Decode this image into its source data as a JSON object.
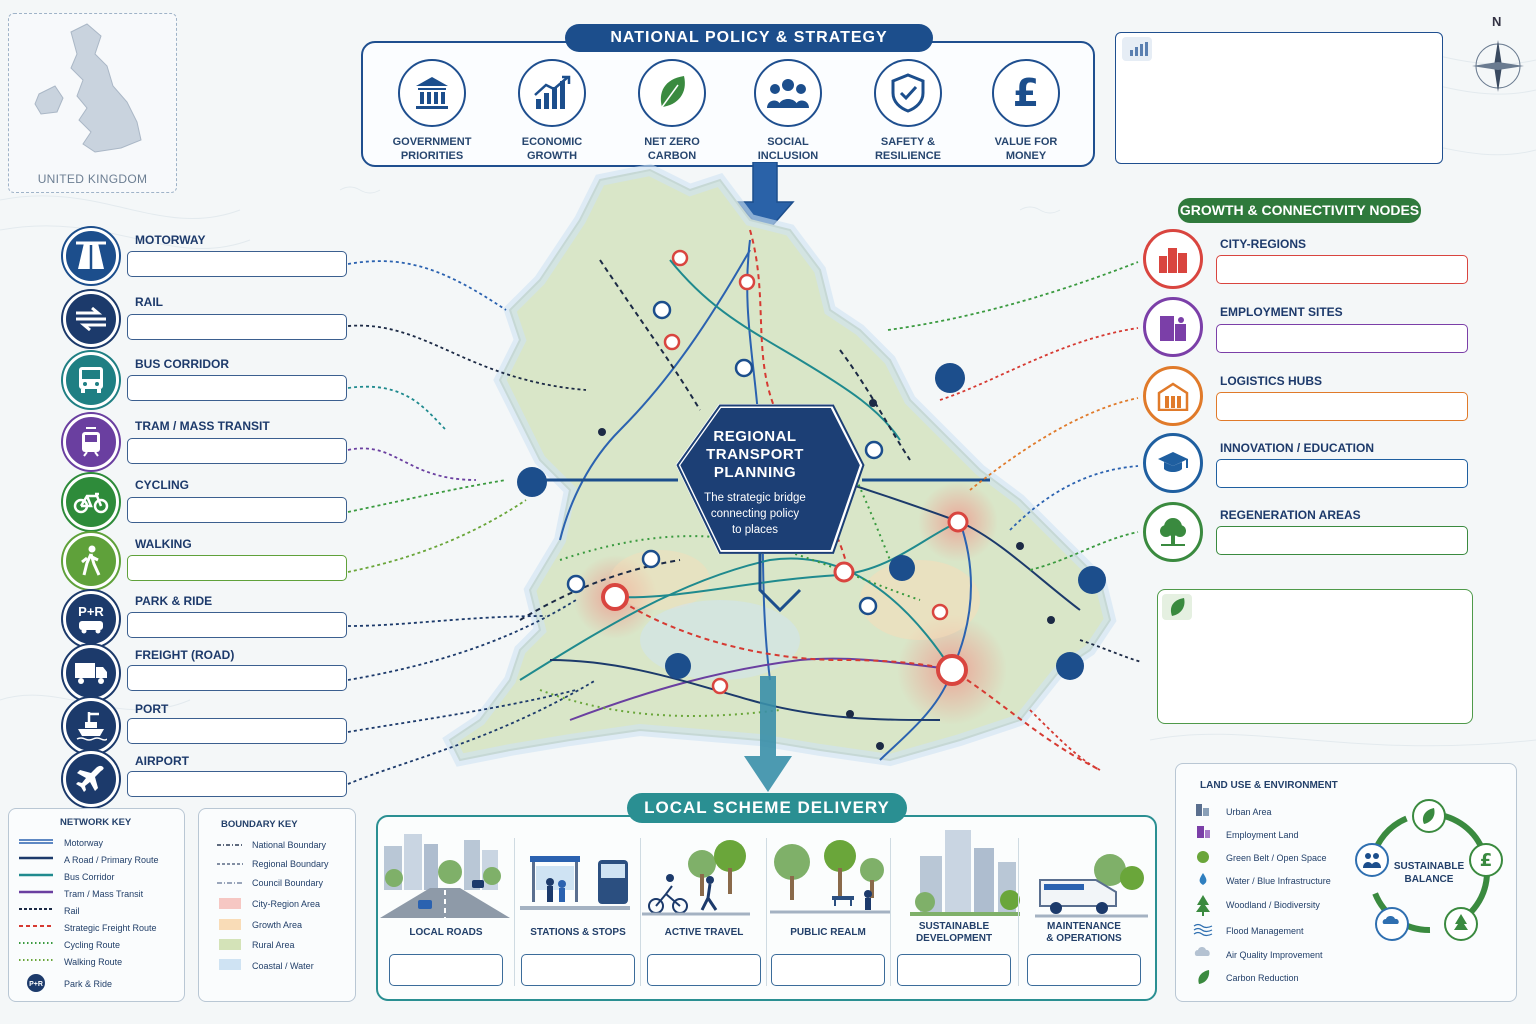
{
  "inset": {
    "label": "UNITED KINGDOM"
  },
  "policy": {
    "title": "NATIONAL POLICY & STRATEGY",
    "items": [
      {
        "label": "GOVERNMENT\nPRIORITIES",
        "icon": "government-building-icon"
      },
      {
        "label": "ECONOMIC\nGROWTH",
        "icon": "growth-chart-icon"
      },
      {
        "label": "NET ZERO\nCARBON",
        "icon": "leaf-icon"
      },
      {
        "label": "SOCIAL\nINCLUSION",
        "icon": "people-group-icon"
      },
      {
        "label": "SAFETY &\nRESILIENCE",
        "icon": "shield-check-icon"
      },
      {
        "label": "VALUE FOR\nMONEY",
        "icon": "pound-icon"
      }
    ]
  },
  "compass": {
    "north": "N"
  },
  "modes": [
    {
      "label": "MOTORWAY",
      "color": "#1c4e8c",
      "icon": "motorway-icon"
    },
    {
      "label": "RAIL",
      "color": "#1c3a6b",
      "icon": "rail-icon"
    },
    {
      "label": "BUS CORRIDOR",
      "color": "#1f7f83",
      "icon": "bus-icon"
    },
    {
      "label": "TRAM / MASS TRANSIT",
      "color": "#6a3fa0",
      "icon": "tram-icon"
    },
    {
      "label": "CYCLING",
      "color": "#2e8b3a",
      "icon": "bicycle-icon"
    },
    {
      "label": "WALKING",
      "color": "#5fa13a",
      "icon": "walking-icon"
    },
    {
      "label": "PARK & RIDE",
      "color": "#1c3a6b",
      "icon": "park-and-ride-icon"
    },
    {
      "label": "FREIGHT (ROAD)",
      "color": "#1c3a6b",
      "icon": "truck-icon"
    },
    {
      "label": "PORT",
      "color": "#1c3a6b",
      "icon": "port-icon"
    },
    {
      "label": "AIRPORT",
      "color": "#1c3a6b",
      "icon": "airplane-icon"
    }
  ],
  "hub": {
    "title_l1": "REGIONAL",
    "title_l2": "TRANSPORT",
    "title_l3": "PLANNING",
    "sub_l1": "The strategic bridge",
    "sub_l2": "connecting policy",
    "sub_l3": "to places"
  },
  "nodes": {
    "title": "GROWTH & CONNECTIVITY NODES",
    "items": [
      {
        "label": "CITY-REGIONS",
        "color": "#d9453f",
        "icon": "city-icon"
      },
      {
        "label": "EMPLOYMENT SITES",
        "color": "#7b3fa8",
        "icon": "office-icon"
      },
      {
        "label": "LOGISTICS HUBS",
        "color": "#e07a2a",
        "icon": "warehouse-icon"
      },
      {
        "label": "INNOVATION / EDUCATION",
        "color": "#1f5fa0",
        "icon": "graduation-cap-icon"
      },
      {
        "label": "REGENERATION AREAS",
        "color": "#3a8a3f",
        "icon": "tree-icon"
      }
    ]
  },
  "local": {
    "title": "LOCAL SCHEME DELIVERY",
    "items": [
      {
        "label": "LOCAL ROADS"
      },
      {
        "label": "STATIONS & STOPS"
      },
      {
        "label": "ACTIVE TRAVEL"
      },
      {
        "label": "PUBLIC REALM"
      },
      {
        "label": "SUSTAINABLE\nDEVELOPMENT"
      },
      {
        "label": "MAINTENANCE\n& OPERATIONS"
      }
    ]
  },
  "network_key": {
    "title": "NETWORK KEY",
    "rows": [
      {
        "label": "Motorway",
        "color": "#2b62b0",
        "style": "double"
      },
      {
        "label": "A Road / Primary Route",
        "color": "#1c3a6b",
        "style": "solid"
      },
      {
        "label": "Bus Corridor",
        "color": "#1f8a8e",
        "style": "solid"
      },
      {
        "label": "Tram / Mass Transit",
        "color": "#6a3fa0",
        "style": "solid"
      },
      {
        "label": "Rail",
        "color": "#1c2a45",
        "style": "dashed"
      },
      {
        "label": "Strategic Freight Route",
        "color": "#d63a32",
        "style": "dashed"
      },
      {
        "label": "Cycling Route",
        "color": "#3a9a3f",
        "style": "dotted"
      },
      {
        "label": "Walking Route",
        "color": "#6aa63a",
        "style": "dotted"
      },
      {
        "label": "Park & Ride",
        "color": "#1c3a6b",
        "style": "badge",
        "badge": "P+R"
      }
    ]
  },
  "boundary_key": {
    "title": "BOUNDARY KEY",
    "rows": [
      {
        "label": "National Boundary",
        "color": "#2b3a55",
        "style": "dashdot"
      },
      {
        "label": "Regional Boundary",
        "color": "#5a6a85",
        "style": "dashed"
      },
      {
        "label": "Council Boundary",
        "color": "#7a8aa5",
        "style": "dashdot"
      },
      {
        "label": "City-Region Area",
        "color": "#f6c7c3",
        "style": "fill"
      },
      {
        "label": "Growth Area",
        "color": "#f9dcb7",
        "style": "fill"
      },
      {
        "label": "Rural Area",
        "color": "#d4e3b8",
        "style": "fill"
      },
      {
        "label": "Coastal / Water",
        "color": "#cfe3f3",
        "style": "fill"
      }
    ]
  },
  "land_use": {
    "title": "LAND USE & ENVIRONMENT",
    "rows": [
      {
        "label": "Urban Area",
        "icon": "urban-icon",
        "color": "#5a6f8f"
      },
      {
        "label": "Employment Land",
        "icon": "employment-icon",
        "color": "#7b3fa8"
      },
      {
        "label": "Green Belt / Open Space",
        "icon": "green-dot-icon",
        "color": "#6aa63a"
      },
      {
        "label": "Water / Blue Infrastructure",
        "icon": "water-drop-icon",
        "color": "#2f7fc0"
      },
      {
        "label": "Woodland / Biodiversity",
        "icon": "tree-icon",
        "color": "#3a8a3f"
      },
      {
        "label": "Flood Management",
        "icon": "waves-icon",
        "color": "#2f6fb0"
      },
      {
        "label": "Air Quality Improvement",
        "icon": "cloud-icon",
        "color": "#8aa0b8"
      },
      {
        "label": "Carbon Reduction",
        "icon": "leaf-icon",
        "color": "#3a8a3f"
      }
    ],
    "balance": {
      "l1": "SUSTAINABLE",
      "l2": "BALANCE"
    }
  }
}
